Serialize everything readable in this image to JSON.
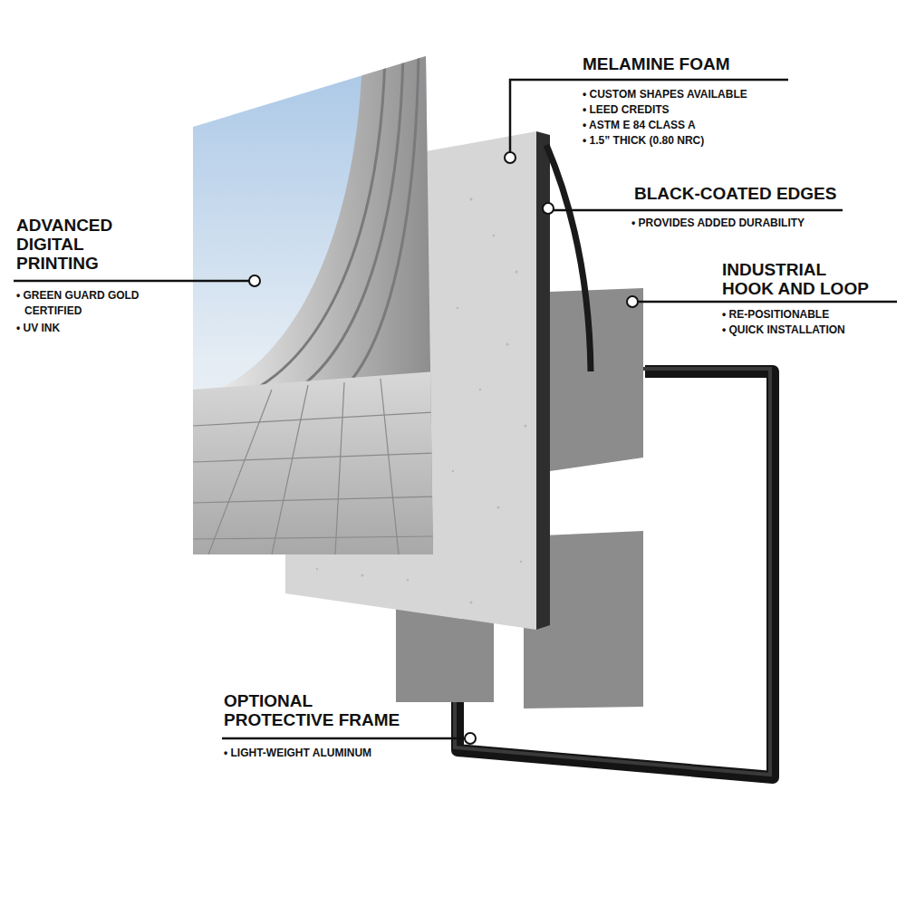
{
  "diagram": {
    "labels": [
      "MELAMINE FOAM",
      "• CUSTOM SHAPES AVAILABLE",
      "• LEED CREDITS",
      "• ASTM E 84 CLASS A",
      "• 1.5” THICK (0.80 NRC)",
      "BLACK-COATED EDGES",
      "• PROVIDES ADDED DURABILITY",
      "INDUSTRIAL HOOK AND LOOP",
      "• RE-POSITIONABLE",
      "• QUICK INSTALLATION",
      "ADVANCED DIGITAL PRINTING",
      "• GREEN GUARD GOLD CERTIFIED",
      "• UV INK",
      "OPTIONAL PROTECTIVE FRAME",
      "• LIGHT-WEIGHT ALUMINUM"
    ]
  }
}
